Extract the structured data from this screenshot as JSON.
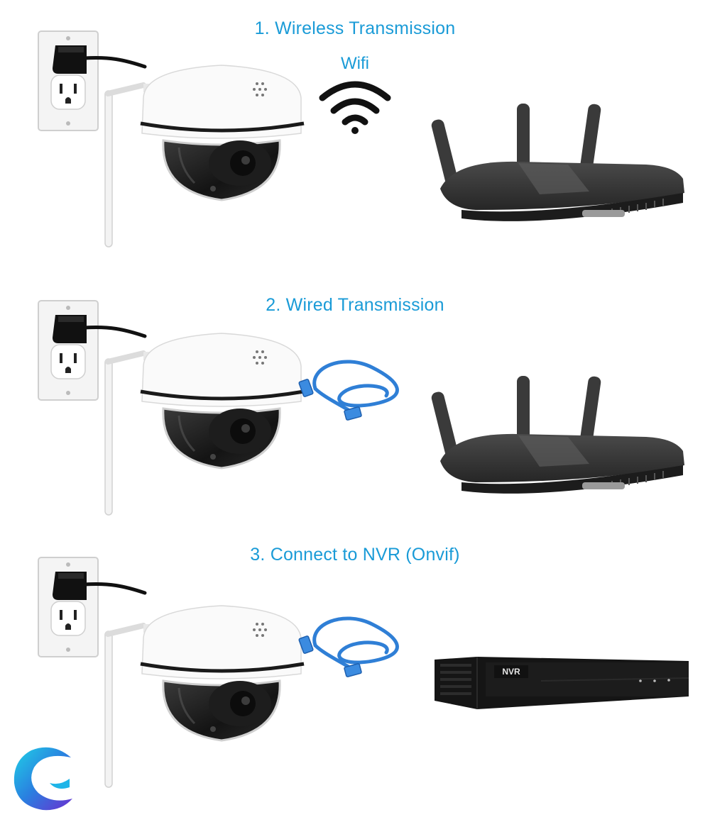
{
  "sections": [
    {
      "title": "1. Wireless Transmission",
      "link_label": "Wifi",
      "device": "router"
    },
    {
      "title": "2. Wired Transmission",
      "device": "router"
    },
    {
      "title": "3. Connect to NVR (Onvif)",
      "device": "nvr"
    }
  ],
  "nvr_badge": "NVR",
  "icons": {
    "outlet": "power-outlet-icon",
    "camera": "dome-camera-icon",
    "wifi": "wifi-icon",
    "cable": "ethernet-cable-icon",
    "router": "router-icon",
    "nvr": "nvr-recorder-icon",
    "logo": "brand-logo"
  },
  "colors": {
    "accent": "#1a9bd7",
    "cable": "#2f7fd6"
  }
}
